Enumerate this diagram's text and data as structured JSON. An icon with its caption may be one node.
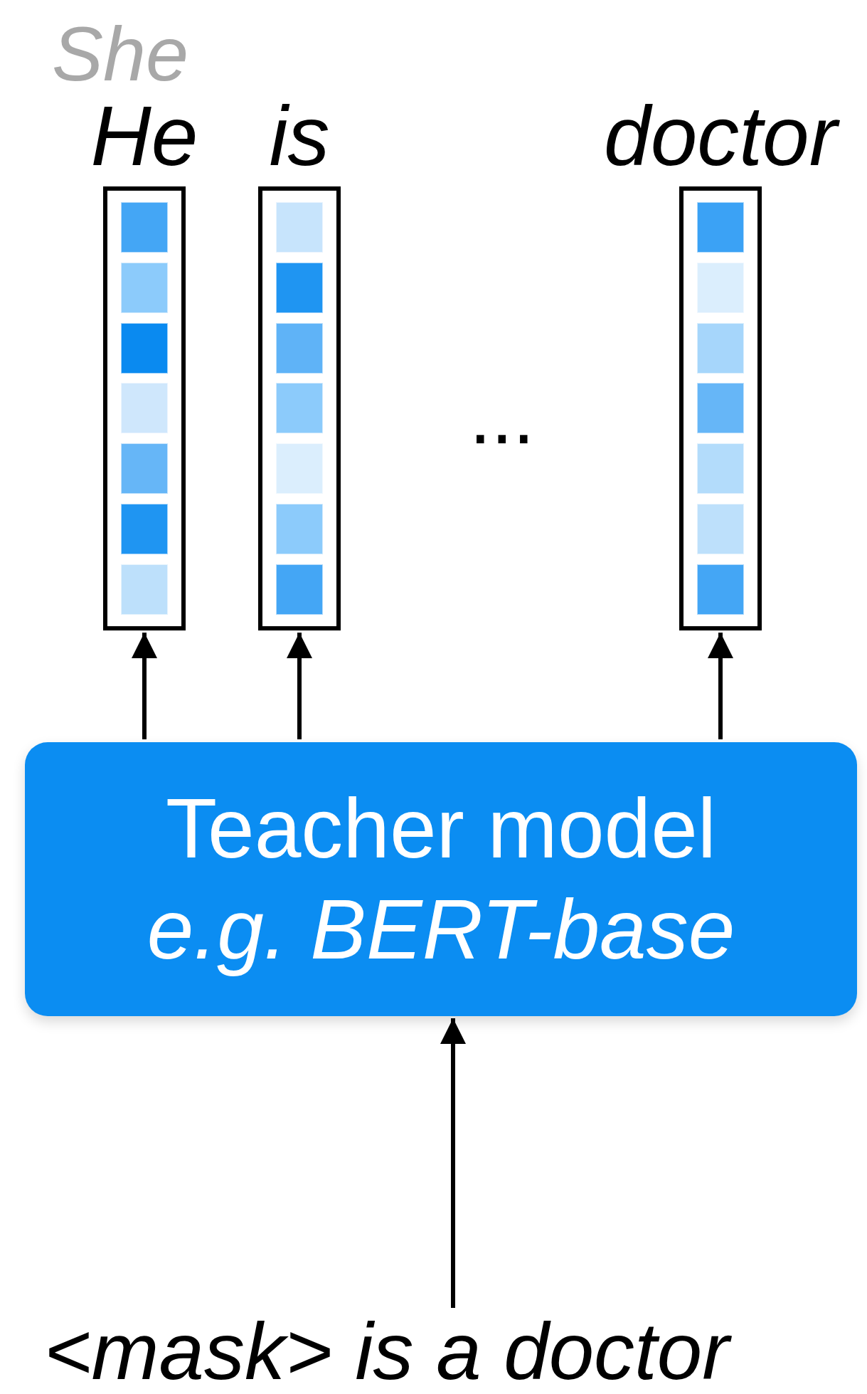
{
  "diagram": {
    "nodes": [
      {
        "text": [
          "He"
        ],
        "beside": [
          "She"
        ]
      },
      {
        "text": [
          "is"
        ]
      },
      {
        "text": [
          "doctor"
        ]
      },
      {
        "text": [
          "Teacher model",
          "e.g. BERT-base"
        ]
      },
      {
        "text": [
          "<mask> is a doctor"
        ]
      }
    ],
    "edges": [
      {
        "from": 3,
        "to": 0,
        "arrow": "to"
      },
      {
        "from": 3,
        "to": 1,
        "arrow": "to"
      },
      {
        "from": 3,
        "to": 2,
        "arrow": "to"
      },
      {
        "from": 4,
        "to": 3,
        "arrow": "to"
      }
    ],
    "labels": [
      "..."
    ]
  }
}
